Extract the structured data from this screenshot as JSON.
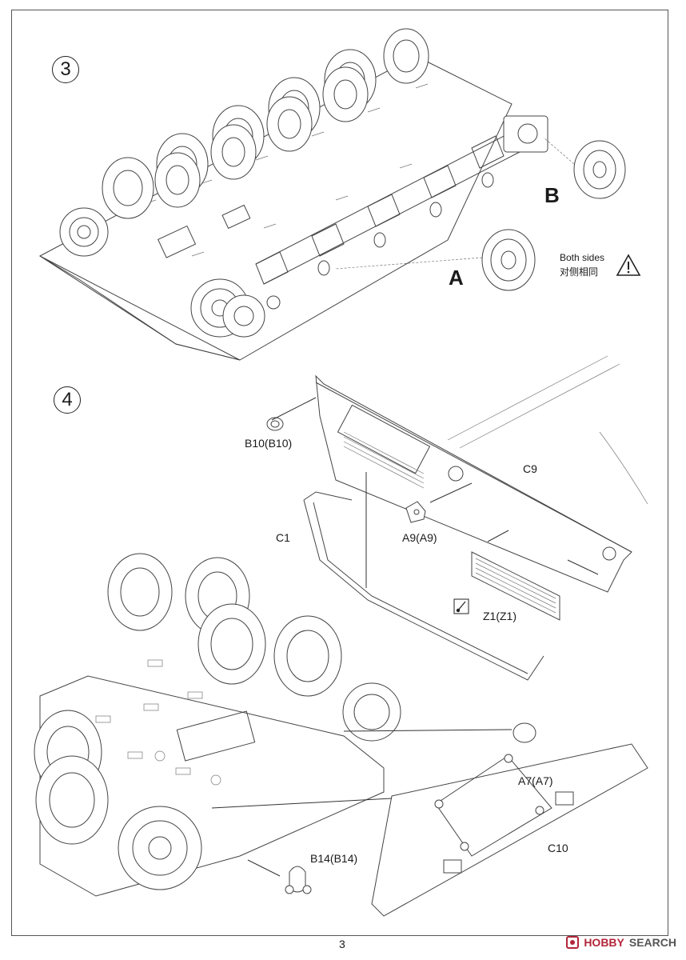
{
  "page": {
    "number": "3"
  },
  "step3": {
    "number": "3",
    "wheel_a_label": "A",
    "wheel_b_label": "B",
    "note_en": "Both sides",
    "note_cn": "对侧相同"
  },
  "step4": {
    "number": "4",
    "parts": {
      "b10": "B10(B10)",
      "c9": "C9",
      "c1": "C1",
      "a9": "A9(A9)",
      "z1": "Z1(Z1)",
      "a7": "A7(A7)",
      "c10": "C10",
      "b14": "B14(B14)"
    }
  },
  "watermark": {
    "brand": "HOBBY",
    "search": "SEARCH"
  },
  "icons": [
    "warning-triangle-icon",
    "cement-brush-icon"
  ]
}
